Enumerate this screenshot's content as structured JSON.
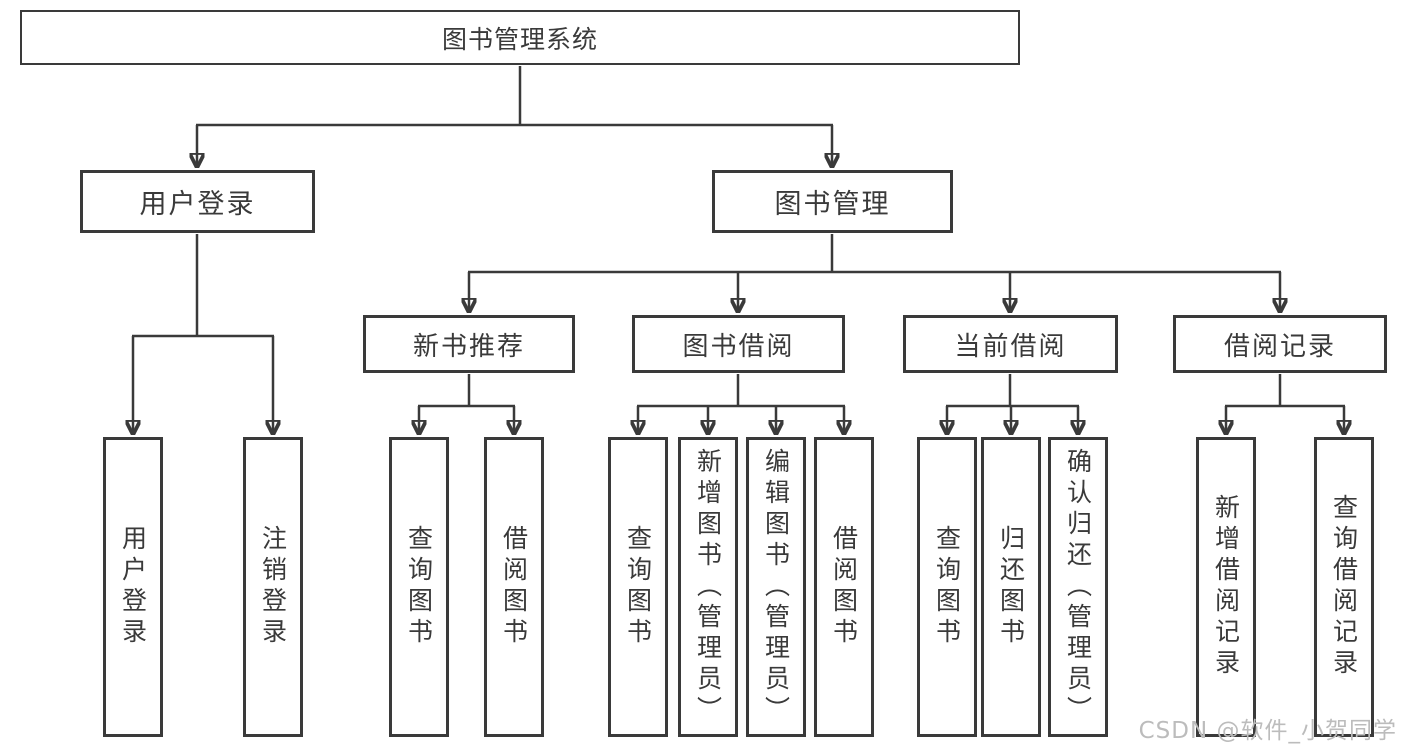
{
  "diagram_title": "图书管理系统",
  "nodes": {
    "root": {
      "label": "图书管理系统"
    },
    "level2": [
      {
        "label": "用户登录"
      },
      {
        "label": "图书管理"
      }
    ],
    "level3": [
      {
        "label": "新书推荐",
        "parent": "图书管理"
      },
      {
        "label": "图书借阅",
        "parent": "图书管理"
      },
      {
        "label": "当前借阅",
        "parent": "图书管理"
      },
      {
        "label": "借阅记录",
        "parent": "图书管理"
      }
    ],
    "leaves": [
      {
        "label": "用户登录",
        "parent": "用户登录"
      },
      {
        "label": "注销登录",
        "parent": "用户登录"
      },
      {
        "label": "查询图书",
        "parent": "新书推荐"
      },
      {
        "label": "借阅图书",
        "parent": "新书推荐"
      },
      {
        "label": "查询图书",
        "parent": "图书借阅"
      },
      {
        "label": "新增图书（管理员）",
        "parent": "图书借阅"
      },
      {
        "label": "编辑图书（管理员）",
        "parent": "图书借阅"
      },
      {
        "label": "借阅图书",
        "parent": "图书借阅"
      },
      {
        "label": "查询图书",
        "parent": "当前借阅"
      },
      {
        "label": "归还图书",
        "parent": "当前借阅"
      },
      {
        "label": "确认归还（管理员）",
        "parent": "当前借阅"
      },
      {
        "label": "新增借阅记录",
        "parent": "借阅记录"
      },
      {
        "label": "查询借阅记录",
        "parent": "借阅记录"
      }
    ]
  },
  "watermark": "CSDN @软件_小贺同学",
  "colors": {
    "line": "#3a3a3a",
    "box_border": "#3a3a3a",
    "text": "#3a3a3a",
    "background": "#ffffff",
    "watermark": "#bcbcbc"
  }
}
